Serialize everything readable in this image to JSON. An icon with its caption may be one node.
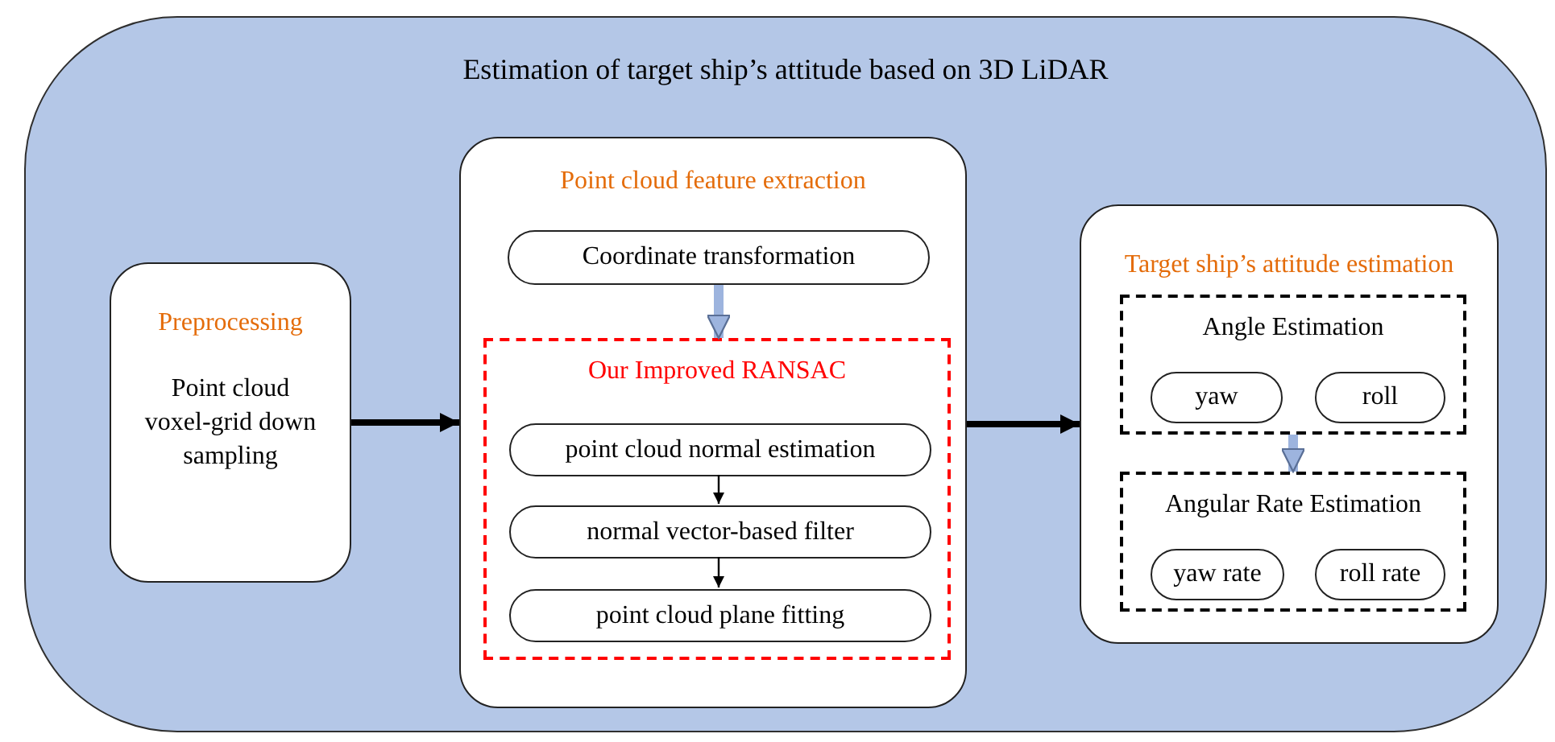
{
  "diagram": {
    "nodes": [
      {
        "text": [
          "Estimation of target ship’s attitude based on 3D LiDAR"
        ]
      },
      {
        "text": [
          "Preprocessing",
          "Point cloud voxel-grid down sampling"
        ],
        "in": 0
      },
      {
        "text": [
          "Point cloud feature extraction"
        ],
        "in": 0
      },
      {
        "text": [
          "Coordinate transformation"
        ],
        "in": 2
      },
      {
        "text": [
          "Our Improved  RANSAC"
        ],
        "in": 2
      },
      {
        "text": [
          "point cloud normal estimation"
        ],
        "in": 4
      },
      {
        "text": [
          "normal vector-based filter"
        ],
        "in": 4
      },
      {
        "text": [
          "point cloud plane fitting"
        ],
        "in": 4
      },
      {
        "text": [
          "Target ship’s attitude estimation"
        ],
        "in": 0
      },
      {
        "text": [
          "Angle Estimation"
        ],
        "in": 8
      },
      {
        "text": [
          "yaw"
        ],
        "in": 9
      },
      {
        "text": [
          "roll"
        ],
        "in": 9
      },
      {
        "text": [
          "Angular Rate Estimation"
        ],
        "in": 8
      },
      {
        "text": [
          "yaw rate"
        ],
        "in": 12
      },
      {
        "text": [
          "roll rate"
        ],
        "in": 12
      }
    ],
    "edges": [
      {
        "from": 1,
        "to": 2,
        "arrow": "to"
      },
      {
        "from": 2,
        "to": 8,
        "arrow": "to"
      },
      {
        "from": 3,
        "to": 4,
        "arrow": "to",
        "color": "#9db4de"
      },
      {
        "from": 5,
        "to": 6,
        "arrow": "to"
      },
      {
        "from": 6,
        "to": 7,
        "arrow": "to"
      },
      {
        "from": 9,
        "to": 12,
        "arrow": "to",
        "color": "#9db4de"
      }
    ]
  }
}
